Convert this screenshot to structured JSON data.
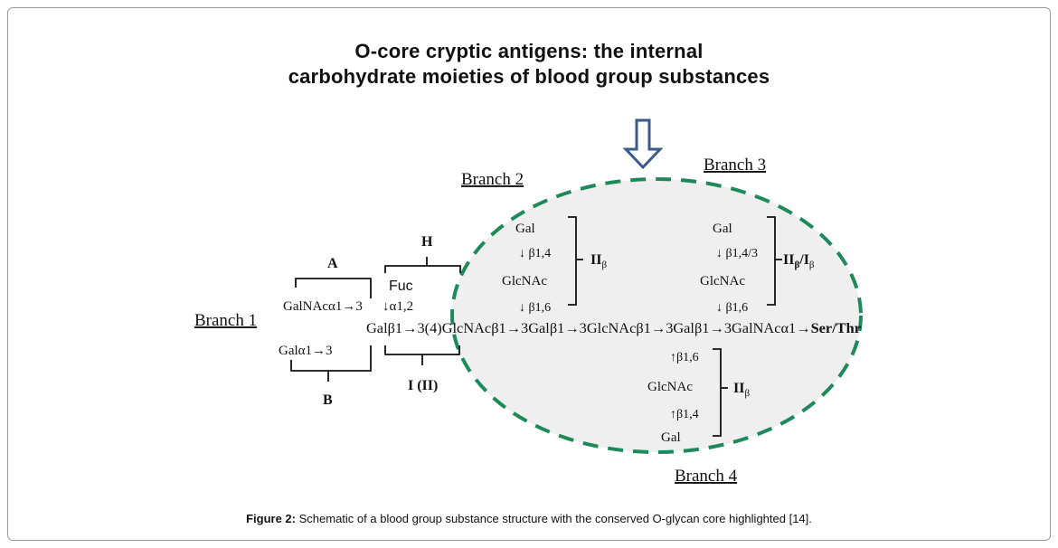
{
  "title": {
    "line1": "O-core cryptic antigens: the internal",
    "line2": "carbohydrate moieties of blood group substances"
  },
  "branches": {
    "b1": "Branch 1",
    "b2": "Branch 2",
    "b3": "Branch 3",
    "b4": "Branch 4"
  },
  "antigens": {
    "A": "A",
    "B": "B",
    "H": "H",
    "I": "I (II)"
  },
  "sugars": {
    "galnac_a13": "GalNAcα1→3",
    "gal_a13": "Galα1→3",
    "fuc": "Fuc",
    "fuc_link": "↓α1,2",
    "b2_gal": "Gal",
    "b2_link1": "↓  β1,4",
    "b2_glcnac": "GlcNAc",
    "b2_link2": "↓  β1,6",
    "b3_gal": "Gal",
    "b3_link1": "↓  β1,4/3",
    "b3_glcnac": "GlcNAc",
    "b3_link2": "↓  β1,6",
    "b4_link1": "↑β1,6",
    "b4_glcnac": "GlcNAc",
    "b4_link2": "↑β1,4",
    "b4_gal": "Gal"
  },
  "core_chain": {
    "main": "Galβ1→3(4)GlcNAcβ1→3Galβ1→3GlcNAcβ1→3Galβ1→3GalNAcα1→",
    "end": "Ser/Thr"
  },
  "bracket_labels": {
    "b2_II": "II",
    "b2_sub": "β",
    "b3_II": "II",
    "b3_sub1": "β",
    "b3_slash": "/I",
    "b3_sub2": "β",
    "b4_II": "II",
    "b4_sub": "β"
  },
  "caption": {
    "label": "Figure 2:",
    "text": " Schematic of a blood group substance structure with the conserved O-glycan core highlighted [14]."
  },
  "colors": {
    "ellipse_fill": "#efefef",
    "ellipse_stroke": "#1e8a5a",
    "arrow_stroke": "#3a5a8a"
  }
}
